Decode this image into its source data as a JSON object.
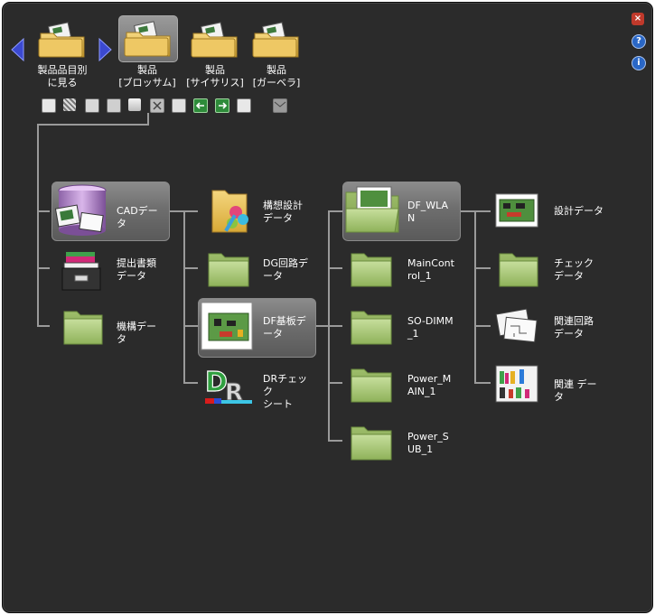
{
  "window": {
    "close_glyph": "×",
    "help_glyph": "?",
    "info_glyph": "i"
  },
  "nav": {
    "items": [
      {
        "label": "製品品目別\nに見る"
      },
      {
        "label": "製品\n[ブロッサム]"
      },
      {
        "label": "製品\n[サイサリス]"
      },
      {
        "label": "製品\n[ガーベラ]"
      }
    ],
    "toolbar_icons": [
      "save-icon",
      "cut-icon",
      "copy-icon",
      "paste-icon",
      "new-icon",
      "delete-icon",
      "edit-icon",
      "back-arrow-icon",
      "forward-arrow-icon",
      "properties-icon",
      "mail-icon"
    ]
  },
  "tree": {
    "col1": [
      {
        "label": "CADデータ",
        "icon": "database-icon"
      },
      {
        "label": "提出書類\nデータ",
        "icon": "file-cabinet-icon"
      },
      {
        "label": "機構データ",
        "icon": "folder-icon"
      }
    ],
    "col2": [
      {
        "label": "構想設計\nデータ",
        "icon": "idea-folder-icon"
      },
      {
        "label": "DG回路デ\nータ",
        "icon": "folder-icon"
      },
      {
        "label": "DF基板デ\nータ",
        "icon": "circuit-board-icon"
      },
      {
        "label": "DRチェック\nシート",
        "icon": "dr-logo-icon"
      }
    ],
    "col3": [
      {
        "label": "DF_WLA\nN",
        "icon": "board-folder-icon"
      },
      {
        "label": "MainCont\nrol_1",
        "icon": "folder-icon"
      },
      {
        "label": "SO-DIMM\n_1",
        "icon": "folder-icon"
      },
      {
        "label": "Power_M\nAIN_1",
        "icon": "folder-icon"
      },
      {
        "label": "Power_S\nUB_1",
        "icon": "folder-icon"
      }
    ],
    "col4": [
      {
        "label": "設計データ",
        "icon": "circuit-board-icon"
      },
      {
        "label": "チェック\nデータ",
        "icon": "folder-icon"
      },
      {
        "label": "関連回路\nデータ",
        "icon": "schematic-stack-icon"
      },
      {
        "label": "関連 データ",
        "icon": "bookshelf-icon"
      }
    ]
  },
  "colors": {
    "background": "#2b2b2b",
    "connector": "#9a9a9a",
    "folder_green": "#a9c97a",
    "folder_yellow": "#e9c35a",
    "selection": "#7a7a7a"
  }
}
